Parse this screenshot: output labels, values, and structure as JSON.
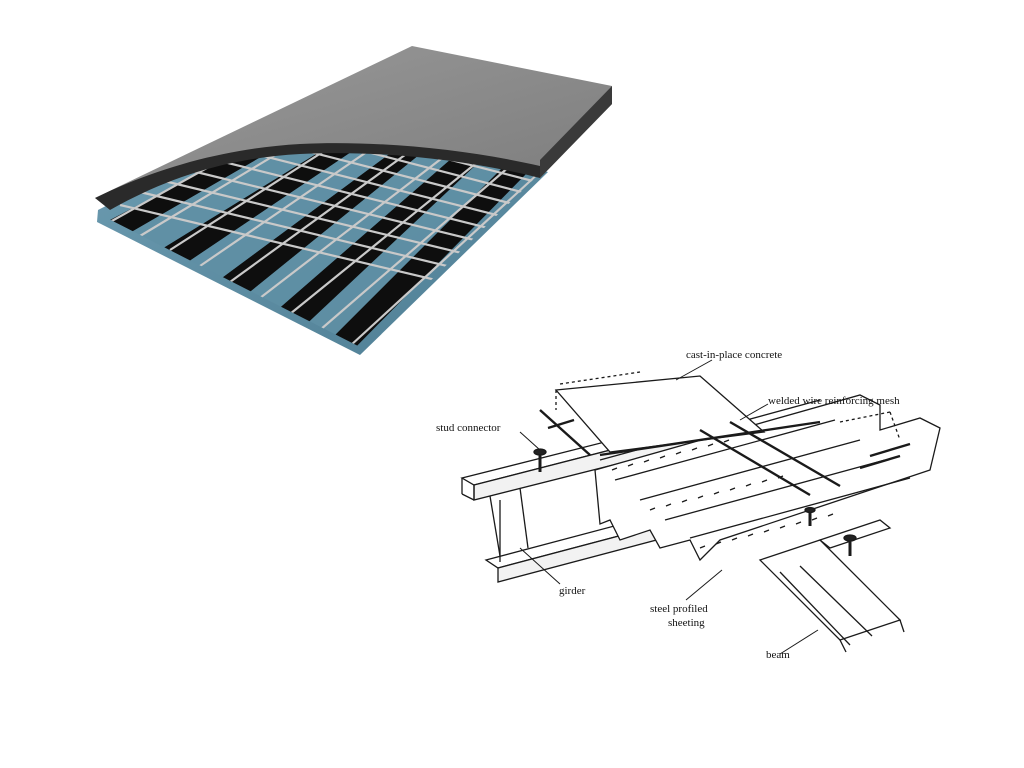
{
  "slide": {
    "background": "#ffffff"
  },
  "render_illustration": {
    "concrete_color": "#8d8d8d",
    "deck_color": "#5f8fa4",
    "rebar_color": "#c8c8c8",
    "shadow_color": "#111111"
  },
  "line_diagram": {
    "labels": {
      "cast_in_place_concrete": "cast-in-place concrete",
      "welded_wire_mesh": "welded wire reinforcing mesh",
      "stud_connector": "stud connector",
      "girder": "girder",
      "steel_profiled_line1": "steel profiled",
      "steel_profiled_line2": "sheeting",
      "beam": "beam"
    }
  }
}
